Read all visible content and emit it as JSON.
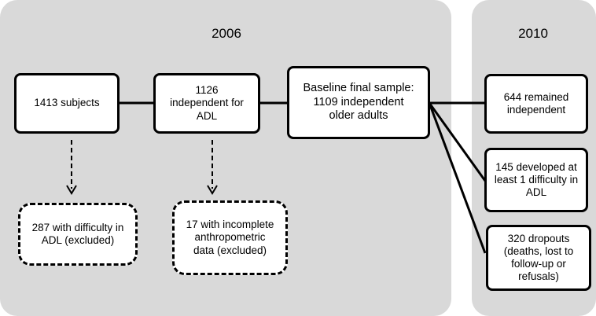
{
  "years": {
    "left": "2006",
    "right": "2010"
  },
  "boxes": {
    "subjects": "1413 subjects",
    "independent_adl": "1126\nindependent for\nADL",
    "baseline": "Baseline final sample:\n1109 independent\nolder adults",
    "excluded_difficulty": "287 with difficulty in\nADL (excluded)",
    "excluded_anthropometric": "17 with incomplete\nanthropometric\ndata (excluded)",
    "remained_independent": "644 remained\nindependent",
    "developed_difficulty": "145 developed at\nleast 1 difficulty in\nADL",
    "dropouts": "320 dropouts\n(deaths, lost to\nfollow-up or refusals)"
  }
}
